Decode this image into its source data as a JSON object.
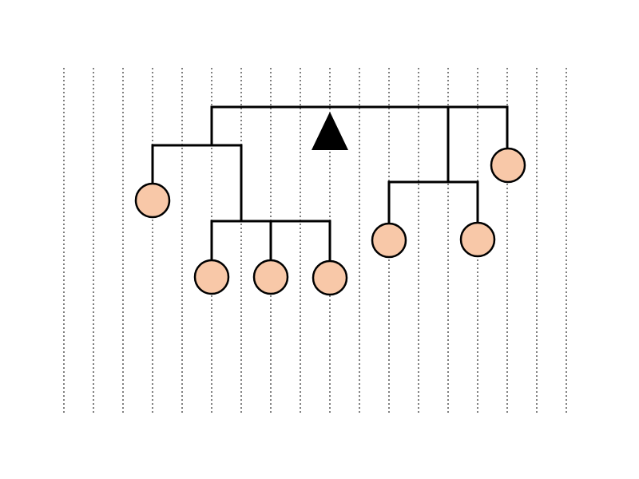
{
  "diagram": {
    "type": "tree",
    "background": "#ffffff",
    "line_color": "#000000",
    "leaf_fill": "#f8c8a8",
    "guide_count": 18,
    "root_marker": "triangle-marker",
    "leaf_count": 7
  }
}
